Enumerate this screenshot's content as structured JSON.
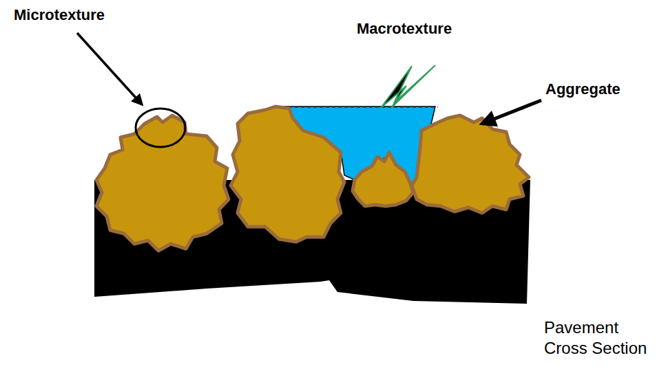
{
  "diagram": {
    "labels": [
      "Microtexture",
      "Macrotexture",
      "Aggregate",
      "Pavement Cross Section"
    ]
  }
}
